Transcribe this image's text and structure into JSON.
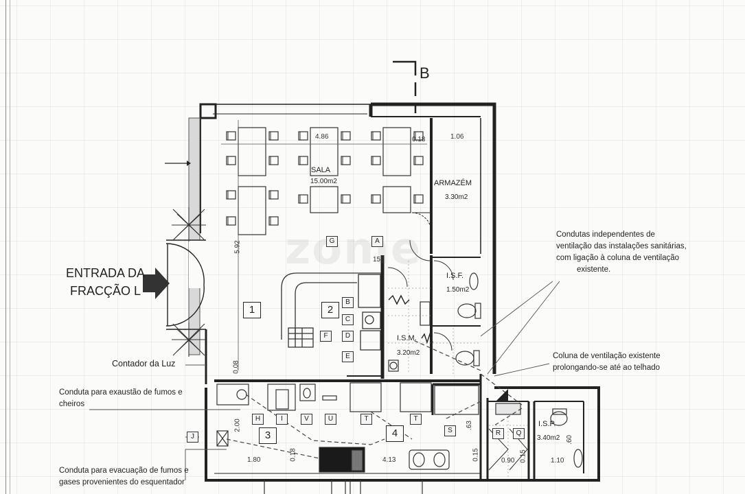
{
  "section_marker": "B",
  "entrance": {
    "line1": "ENTRADA DA",
    "line2": "FRACÇÃO L"
  },
  "rooms": {
    "sala": {
      "name": "SALA",
      "area": "15.00m2"
    },
    "armazem": {
      "name": "ARMAZÉM",
      "area": "3.30m2"
    },
    "isf": {
      "name": "I.S.F.",
      "area": "1.50m2"
    },
    "ism": {
      "name": "I.S.M.",
      "area": "3.20m2"
    },
    "isp": {
      "name": "I.S.P.",
      "area": "3.40m2"
    }
  },
  "dimensions": {
    "d486": "4.86",
    "d018": "0.18",
    "d106": "1.06",
    "d592": "5.92",
    "d008": "0.08",
    "d200": "2.00",
    "d180": "1.80",
    "d018b": "0.18",
    "d413": "4.13",
    "d015": "0.15",
    "d090": "0.90",
    "d015b": "0.15",
    "d110": "1.10",
    "d060": ".60",
    "d015c": "15",
    "d063": ".63"
  },
  "zones": [
    "1",
    "2",
    "3",
    "4"
  ],
  "equipment_tags": [
    "G",
    "A",
    "B",
    "C",
    "D",
    "E",
    "F",
    "H",
    "I",
    "V",
    "U",
    "T",
    "T",
    "S",
    "J",
    "R",
    "Q"
  ],
  "notes": {
    "ventilacao": {
      "line1": "Condutas independentes de",
      "line2": "ventilação das instalações sanitárias,",
      "line3": "com ligação à coluna de ventilação",
      "line4": "existente."
    },
    "coluna": {
      "line1": "Coluna de ventilação existente",
      "line2": "prolongando-se até ao telhado"
    },
    "contador": "Contador da Luz",
    "exaustao": {
      "line1": "Conduta para exaustão de fumos e",
      "line2": "cheiros"
    },
    "evacuacao": {
      "line1": "Conduta para evacuação de fumos e",
      "line2": "gases provenientes do esquentador"
    }
  },
  "watermark": "zome"
}
